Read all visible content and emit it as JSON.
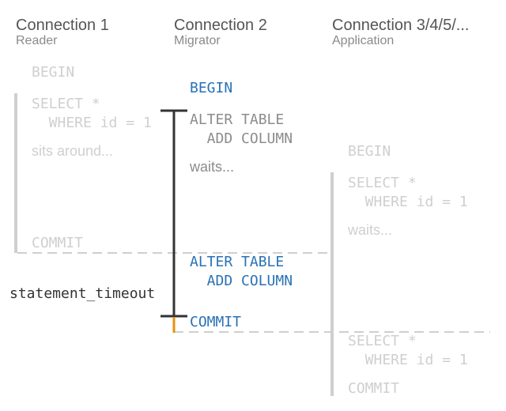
{
  "columns": [
    {
      "title": "Connection 1",
      "subtitle": "Reader"
    },
    {
      "title": "Connection 2",
      "subtitle": "Migrator"
    },
    {
      "title": "Connection 3/4/5/...",
      "subtitle": "Application"
    }
  ],
  "reader": {
    "begin": "BEGIN",
    "select": "SELECT *\n  WHERE id = 1",
    "note": "sits around...",
    "commit": "COMMIT"
  },
  "migrator": {
    "begin": "BEGIN",
    "alter_waiting": "ALTER TABLE\n  ADD COLUMN",
    "note": "waits...",
    "alter_running": "ALTER TABLE\n  ADD COLUMN",
    "commit": "COMMIT"
  },
  "application": {
    "begin": "BEGIN",
    "select_waiting": "SELECT *\n  WHERE id = 1",
    "note": "waits...",
    "select_done": "SELECT *\n  WHERE id = 1",
    "commit": "COMMIT"
  },
  "timeout_label": "statement_timeout",
  "colors": {
    "active": "#2a72b5",
    "faint": "#cfcfcf",
    "timeline": "#333333",
    "timeout_overrun": "#e8920c"
  }
}
